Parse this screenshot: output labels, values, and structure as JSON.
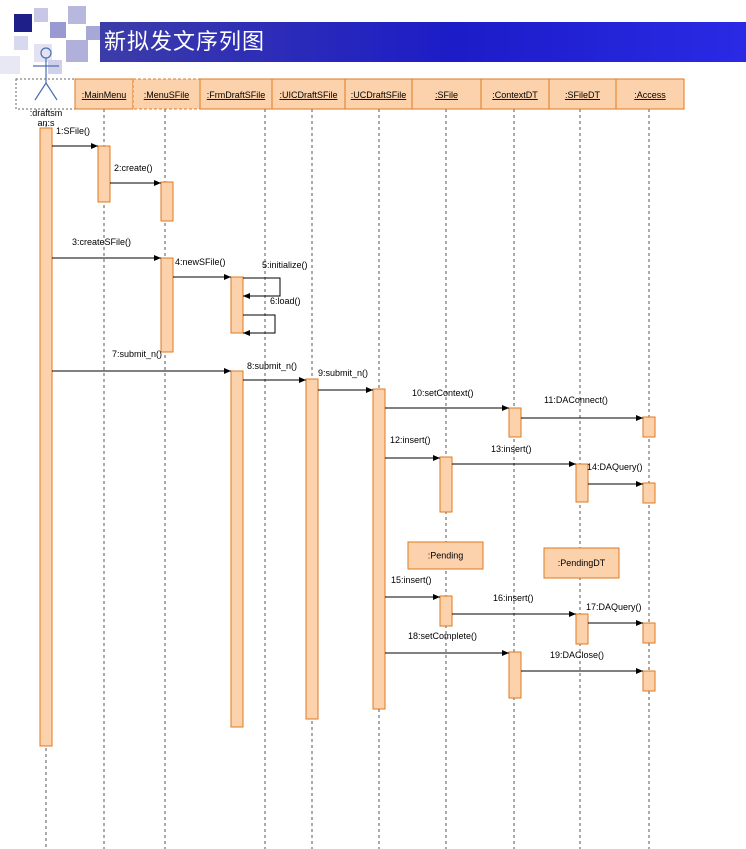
{
  "header": {
    "title": "新拟发文序列图"
  },
  "colors": {
    "fill": "#fcd2ac",
    "border": "#e07a1f",
    "banner": "#2f2f9a",
    "line": "#000000"
  },
  "diagram": {
    "actor": {
      "label": "draftsman:s",
      "display": ":draftsm\nan:s"
    },
    "participants": [
      {
        "label": ":MainMenu",
        "dashed": false
      },
      {
        "label": ":MenuSFile",
        "dashed": true
      },
      {
        "label": ":FrmDraftSFile",
        "dashed": false
      },
      {
        "label": ":UICDraftSFile",
        "dashed": false
      },
      {
        "label": ":UCDraftSFile",
        "dashed": false
      },
      {
        "label": ":SFile",
        "dashed": false
      },
      {
        "label": ":ContextDT",
        "dashed": false
      },
      {
        "label": ":SFileDT",
        "dashed": false
      },
      {
        "label": ":Access",
        "dashed": false
      }
    ],
    "messages": [
      {
        "label": "1:SFile()"
      },
      {
        "label": "2:create()"
      },
      {
        "label": "3:createSFile()"
      },
      {
        "label": "4:newSFile()"
      },
      {
        "label": "5:initialize()"
      },
      {
        "label": "6:load()"
      },
      {
        "label": "7:submit_n()"
      },
      {
        "label": "8:submit_n()"
      },
      {
        "label": "9:submit_n()"
      },
      {
        "label": "10:setContext()"
      },
      {
        "label": "11:DAConnect()"
      },
      {
        "label": "12:insert()"
      },
      {
        "label": "13:insert()"
      },
      {
        "label": "14:DAQuery()"
      },
      {
        "label": "15:insert()"
      },
      {
        "label": "16:insert()"
      },
      {
        "label": "17:DAQuery()"
      },
      {
        "label": "18:setComplete()"
      },
      {
        "label": "19:DAClose()"
      }
    ],
    "notes": [
      {
        "label": ":Pending"
      },
      {
        "label": ":PendingDT"
      }
    ]
  }
}
